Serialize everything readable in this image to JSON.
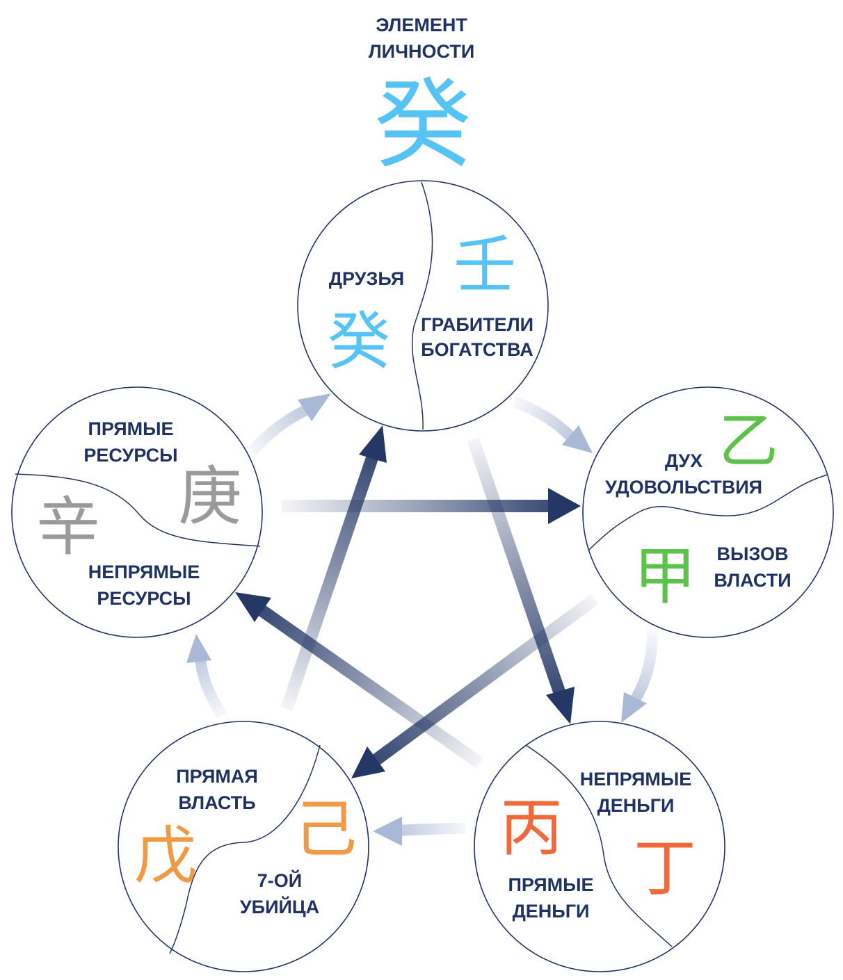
{
  "title": {
    "line1": "ЭЛЕМЕНТ",
    "line2": "ЛИЧНОСТИ",
    "char": "癸",
    "char_color": "#55c3f3"
  },
  "colors": {
    "text": "#1f3263",
    "arrow_dark": "#243765",
    "arrow_light": "#a9b8d4"
  },
  "nodes": {
    "water": {
      "label_left": "ДРУЗЬЯ",
      "label_right_1": "ГРАБИТЕЛИ",
      "label_right_2": "БОГАТСТВА",
      "char_left": "癸",
      "char_right": "壬",
      "char_color": "#55c3f3"
    },
    "wood": {
      "label_top_1": "ДУХ",
      "label_top_2": "УДОВОЛЬСТВИЯ",
      "label_bottom_1": "ВЫЗОВ",
      "label_bottom_2": "ВЛАСТИ",
      "char_top": "乙",
      "char_bottom": "甲",
      "char_color": "#5cc24b"
    },
    "fire": {
      "label_top_1": "НЕПРЯМЫЕ",
      "label_top_2": "ДЕНЬГИ",
      "label_bottom_1": "ПРЯМЫЕ",
      "label_bottom_2": "ДЕНЬГИ",
      "char_left": "丙",
      "char_right": "丁",
      "char_color": "#ee6a3a"
    },
    "earth": {
      "label_top_1": "ПРЯМАЯ",
      "label_top_2": "ВЛАСТЬ",
      "label_bottom_1": "7-ОЙ",
      "label_bottom_2": "УБИЙЦА",
      "char_left": "戊",
      "char_right": "己",
      "char_color": "#f09a45"
    },
    "metal": {
      "label_top_1": "ПРЯМЫЕ",
      "label_top_2": "РЕСУРСЫ",
      "label_bottom_1": "НЕПРЯМЫЕ",
      "label_bottom_2": "РЕСУРСЫ",
      "char_left": "辛",
      "char_right": "庚",
      "char_color": "#9a9a9a"
    }
  }
}
